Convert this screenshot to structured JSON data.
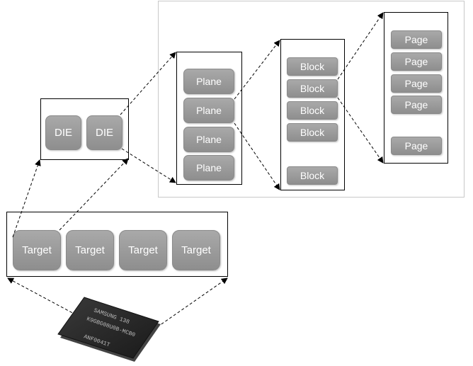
{
  "targets": [
    "Target",
    "Target",
    "Target",
    "Target"
  ],
  "dies": [
    "DIE",
    "DIE"
  ],
  "planes": [
    "Plane",
    "Plane",
    "Plane",
    "Plane"
  ],
  "blocks": [
    "Block",
    "Block",
    "Block",
    "Block",
    "Block"
  ],
  "pages": [
    "Page",
    "Page",
    "Page",
    "Page",
    "Page"
  ],
  "chip": {
    "line1": "SAMSUNG    138",
    "line2": "K9GBG08U0B-MCB0",
    "line3": "ANF0041T"
  }
}
